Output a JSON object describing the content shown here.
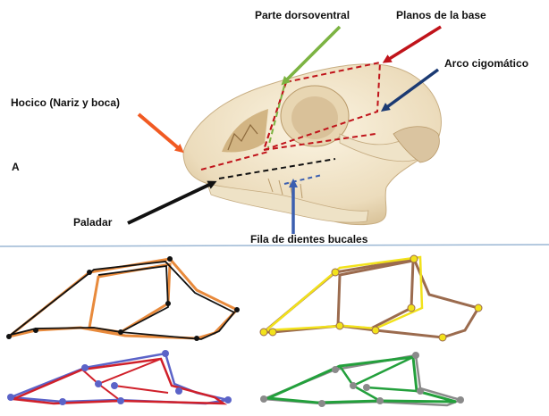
{
  "panel": "A",
  "labels": {
    "dorsoventral": "Parte dorsoventral",
    "planos_base": "Planos de la base",
    "arco": "Arco cigomático",
    "hocico": "Hocico (Nariz y boca)",
    "paladar": "Paladar",
    "fila": "Fila de dientes bucales"
  },
  "colors": {
    "green_arrow": "#7cb342",
    "red_arrow": "#c0131a",
    "navy_arrow": "#1b3a73",
    "orange_arrow": "#f15a22",
    "black_arrow": "#111111",
    "blue_arrow": "#3b5fb0",
    "divider": "#9bb7d4",
    "outline_orange": "#e88a3c",
    "outline_black": "#111111",
    "outline_yellow": "#f2e21b",
    "outline_brown": "#9b6b4e",
    "outline_red": "#d0202a",
    "outline_blue": "#5b63c8",
    "outline_green": "#23a03c",
    "outline_gray": "#8a8a8a"
  }
}
